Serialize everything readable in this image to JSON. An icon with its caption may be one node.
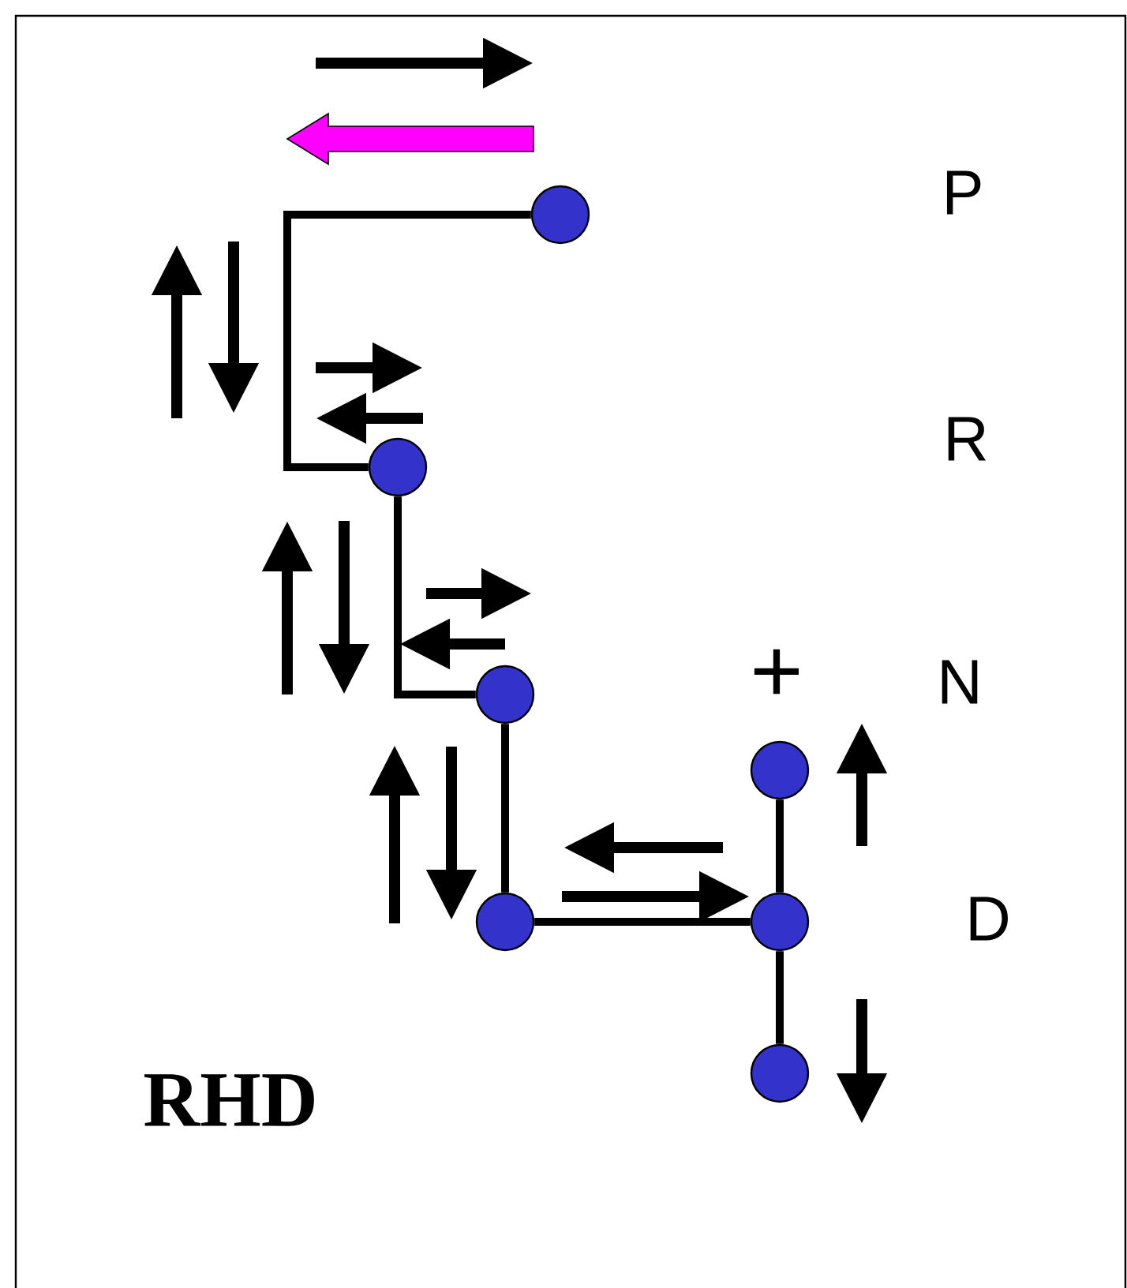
{
  "diagram": {
    "nodes": [
      {
        "text": [],
        "shape": "circle"
      },
      {
        "text": [],
        "shape": "circle"
      },
      {
        "text": [],
        "shape": "circle"
      },
      {
        "text": [],
        "shape": "circle"
      },
      {
        "text": [],
        "shape": "circle"
      },
      {
        "text": [],
        "shape": "circle"
      },
      {
        "text": [],
        "shape": "circle"
      }
    ],
    "edges": [
      {
        "from": 0,
        "to": 1,
        "arrow": "none"
      },
      {
        "from": 1,
        "to": 2,
        "arrow": "none"
      },
      {
        "from": 2,
        "to": 3,
        "arrow": "none"
      },
      {
        "from": 3,
        "to": 5,
        "arrow": "none"
      },
      {
        "from": 4,
        "to": 5,
        "arrow": "none"
      },
      {
        "from": 5,
        "to": 6,
        "arrow": "none"
      }
    ],
    "labels": [
      "P",
      "R",
      "+",
      "N",
      "D",
      "RHD"
    ]
  }
}
